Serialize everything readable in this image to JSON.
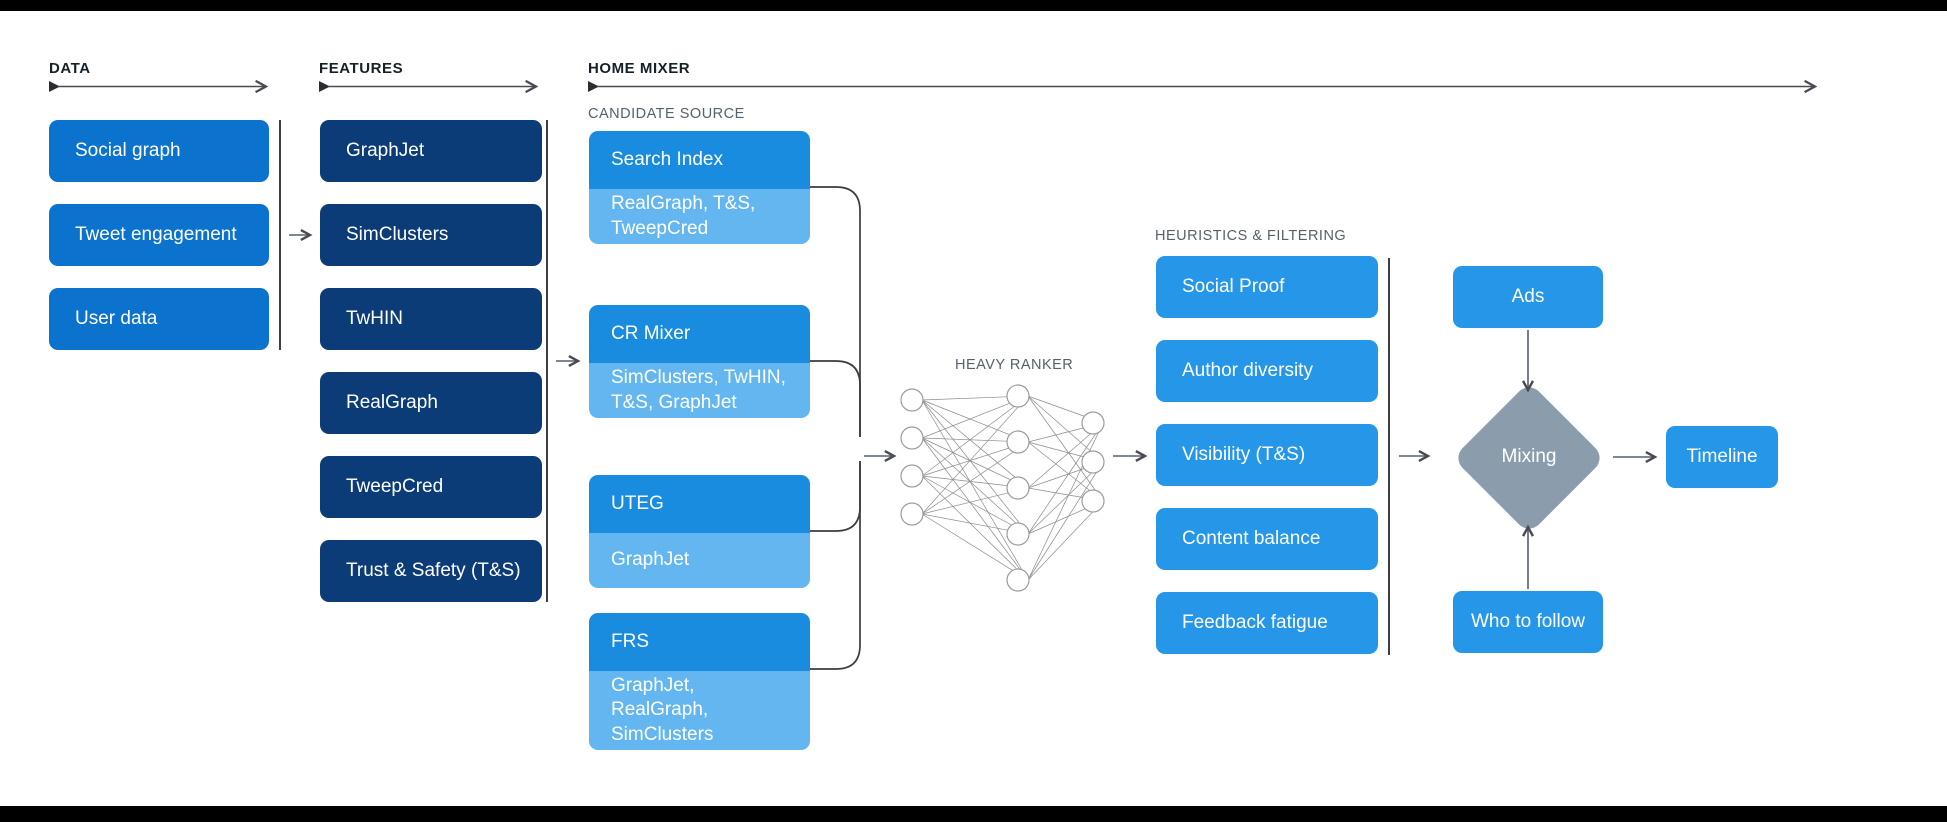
{
  "figure": {
    "background": "#ffffff",
    "letterbox_color": "#000000"
  },
  "colors": {
    "data_box": "#0b72ce",
    "feature_box": "#0b3c77",
    "candidate_head": "#1a8cdf",
    "candidate_body": "#63b6f0",
    "heuristic_box": "#2596e8",
    "output_box": "#2596e8",
    "mixing_diamond": "#8b9cac",
    "header_text": "#16202a",
    "subheader_text": "#55616d",
    "connector": "#3c3c3c"
  },
  "sections": {
    "data": {
      "title": "DATA",
      "items": [
        {
          "label": "Social graph"
        },
        {
          "label": "Tweet engagement"
        },
        {
          "label": "User data"
        }
      ]
    },
    "features": {
      "title": "FEATURES",
      "items": [
        {
          "label": "GraphJet"
        },
        {
          "label": "SimClusters"
        },
        {
          "label": "TwHIN"
        },
        {
          "label": "RealGraph"
        },
        {
          "label": "TweepCred"
        },
        {
          "label": "Trust & Safety (T&S)"
        }
      ]
    },
    "home_mixer": {
      "title": "HOME MIXER",
      "candidate_source": {
        "title": "CANDIDATE SOURCE",
        "cards": [
          {
            "name": "Search Index",
            "features": "RealGraph, T&S, TweepCred"
          },
          {
            "name": "CR Mixer",
            "features": "SimClusters, TwHIN, T&S, GraphJet"
          },
          {
            "name": "UTEG",
            "features": "GraphJet"
          },
          {
            "name": "FRS",
            "features": "GraphJet, RealGraph, SimClusters"
          }
        ]
      },
      "heavy_ranker": {
        "title": "HEAVY RANKER",
        "layers": [
          4,
          5,
          3
        ]
      },
      "heuristics": {
        "title": "HEURISTICS & FILTERING",
        "items": [
          {
            "label": "Social Proof"
          },
          {
            "label": "Author diversity"
          },
          {
            "label": "Visibility (T&S)"
          },
          {
            "label": "Content balance"
          },
          {
            "label": "Feedback fatigue"
          }
        ]
      },
      "mixing": {
        "label": "Mixing",
        "inputs": [
          {
            "label": "Ads"
          },
          {
            "label": "Who to follow"
          }
        ],
        "output": {
          "label": "Timeline"
        }
      }
    }
  }
}
